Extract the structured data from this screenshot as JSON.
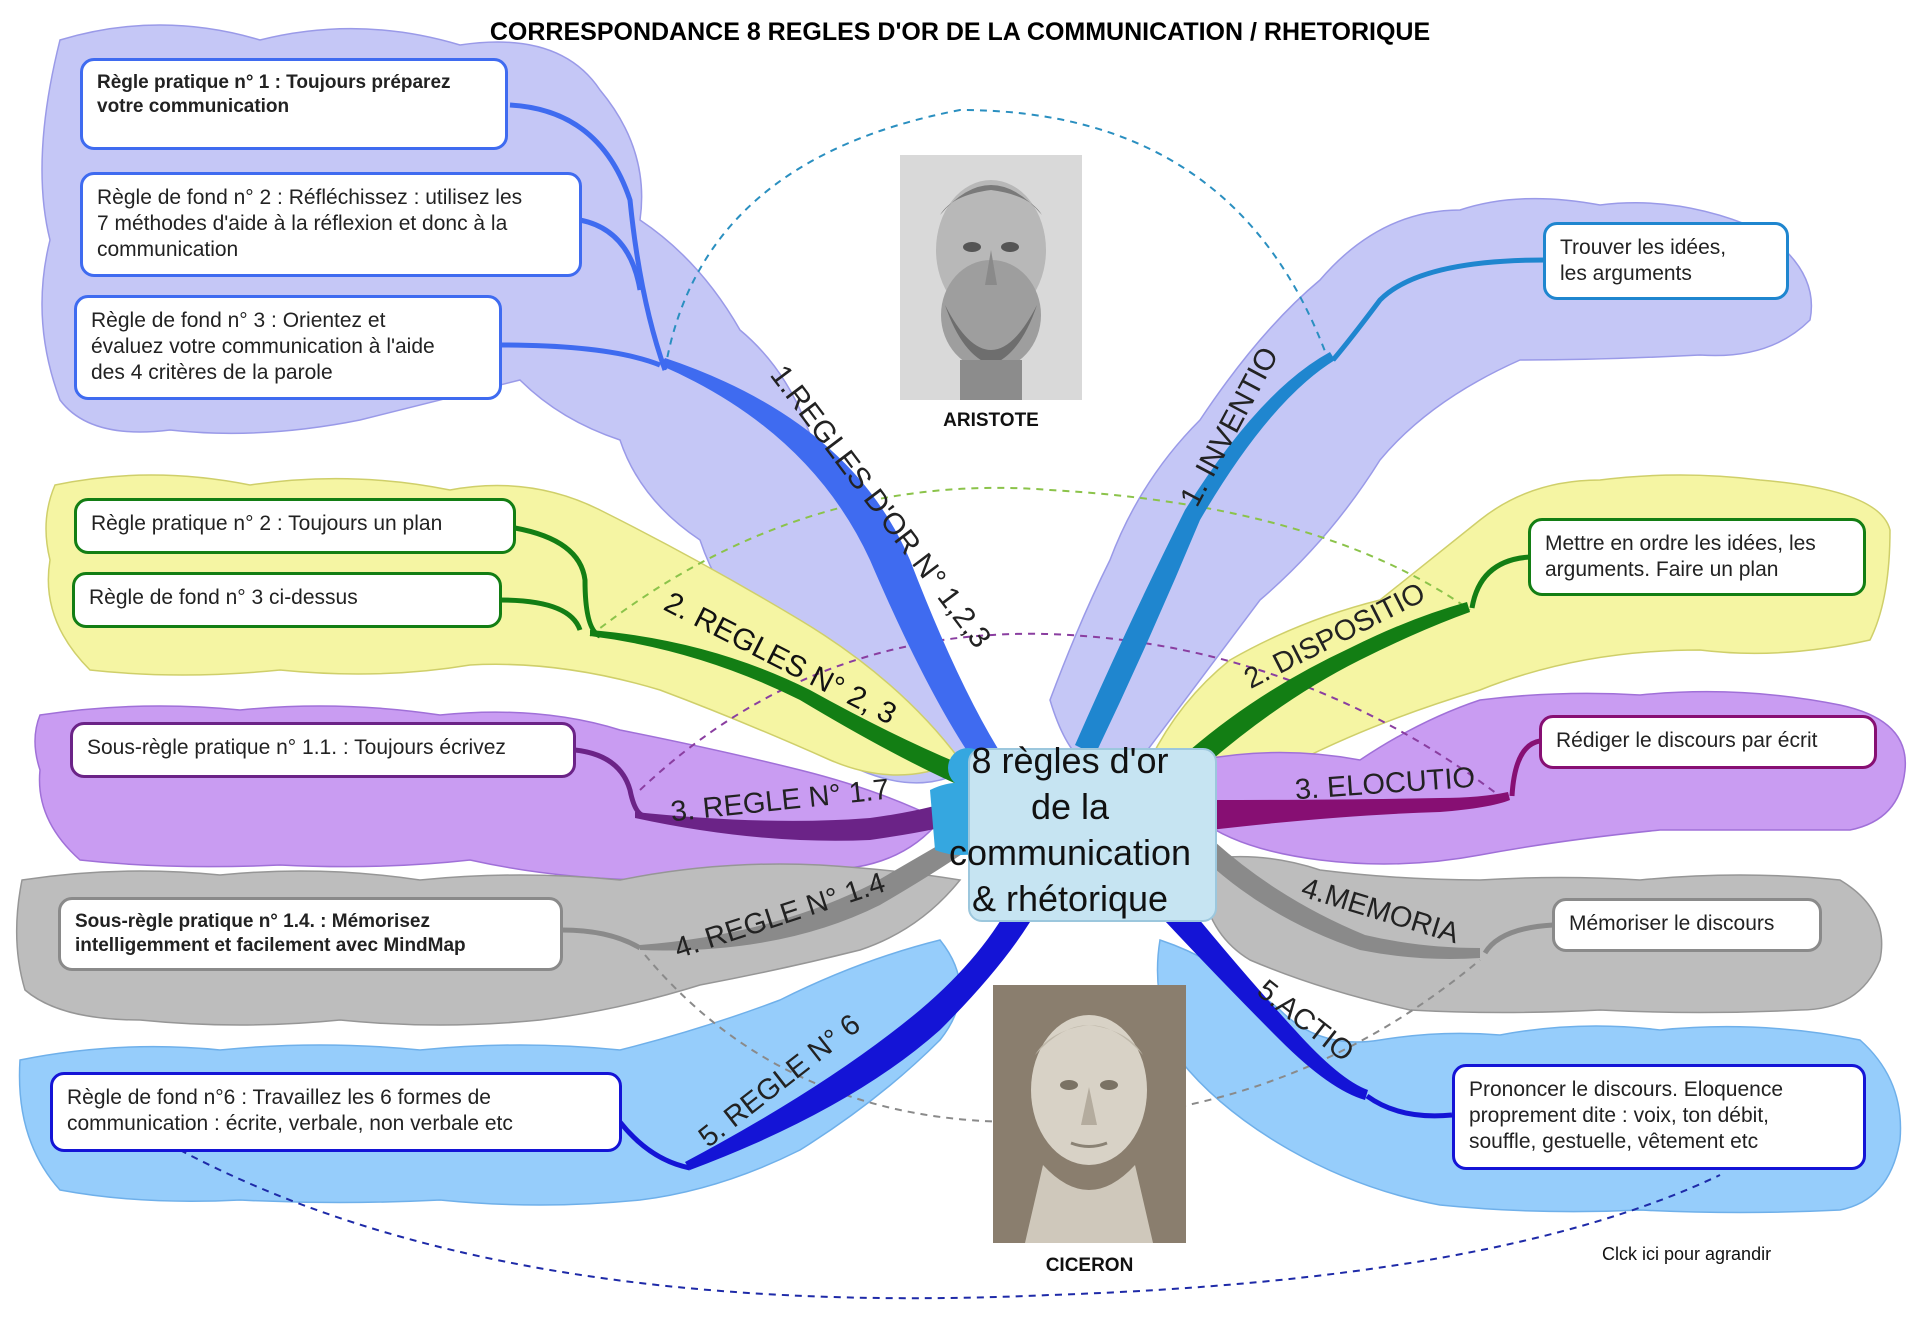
{
  "title": "CORRESPONDANCE 8 REGLES D'OR DE LA COMMUNICATION / RHETORIQUE",
  "center": {
    "label": "8 règles d'or\nde la\ncommunication\n& rhétorique"
  },
  "portraits": {
    "aristote": {
      "name": "ARISTOTE"
    },
    "ciceron": {
      "name": "CICERON"
    }
  },
  "branches": {
    "left": [
      {
        "label": "1.REGLES D'OR N° 1,2,3",
        "color": "#3f6bf0",
        "cloud": "#c5c7f6"
      },
      {
        "label": "2. REGLES N° 2, 3",
        "color": "#137e14",
        "cloud": "#f5f5a3"
      },
      {
        "label": "3. REGLE N° 1.7",
        "color": "#6b2387",
        "cloud": "#c99cf2"
      },
      {
        "label": "4. REGLE N° 1.4",
        "color": "#8a8a8a",
        "cloud": "#bdbdbd"
      },
      {
        "label": "5. REGLE N° 6",
        "color": "#1414d6",
        "cloud": "#96cdfb"
      }
    ],
    "right": [
      {
        "label": "1. INVENTIO",
        "color": "#1f86cf",
        "cloud": "#c5c7f6"
      },
      {
        "label": "2. DISPOSITIO",
        "color": "#137e14",
        "cloud": "#f5f5a3"
      },
      {
        "label": "3. ELOCUTIO",
        "color": "#870f73",
        "cloud": "#c99cf2"
      },
      {
        "label": "4.MEMORIA",
        "color": "#8a8a8a",
        "cloud": "#bdbdbd"
      },
      {
        "label": "5.ACTIO",
        "color": "#1414d6",
        "cloud": "#96cdfb"
      }
    ]
  },
  "boxes": {
    "r1": "Règle pratique n° 1 : Toujours préparez\nvotre communication",
    "r2": "Règle de fond n° 2 : Réfléchissez : utilisez les\n7 méthodes d'aide à la réflexion et donc à la\ncommunication",
    "r3": "Règle de fond n° 3 : Orientez et\névaluez votre communication à l'aide\ndes 4 critères de la parole",
    "r4": "Règle pratique n° 2 : Toujours un plan",
    "r5": "Règle de fond n° 3 ci-dessus",
    "r6": "Sous-règle pratique n° 1.1. : Toujours écrivez",
    "r7": "Sous-règle pratique n° 1.4. : Mémorisez\nintelligemment et facilement avec MindMap",
    "r8": "Règle de fond n°6 : Travaillez les 6 formes de\ncommunication : écrite, verbale, non verbale etc",
    "p1": "Trouver les idées,\nles arguments",
    "p2": "Mettre en ordre les idées, les\narguments. Faire un plan",
    "p3": "Rédiger le discours par écrit",
    "p4": "Mémoriser le discours",
    "p5": "Prononcer le discours. Eloquence\nproprement dite : voix, ton débit,\nsouffle, gestuelle, vêtement etc"
  },
  "footer": "Clck ici pour agrandir"
}
